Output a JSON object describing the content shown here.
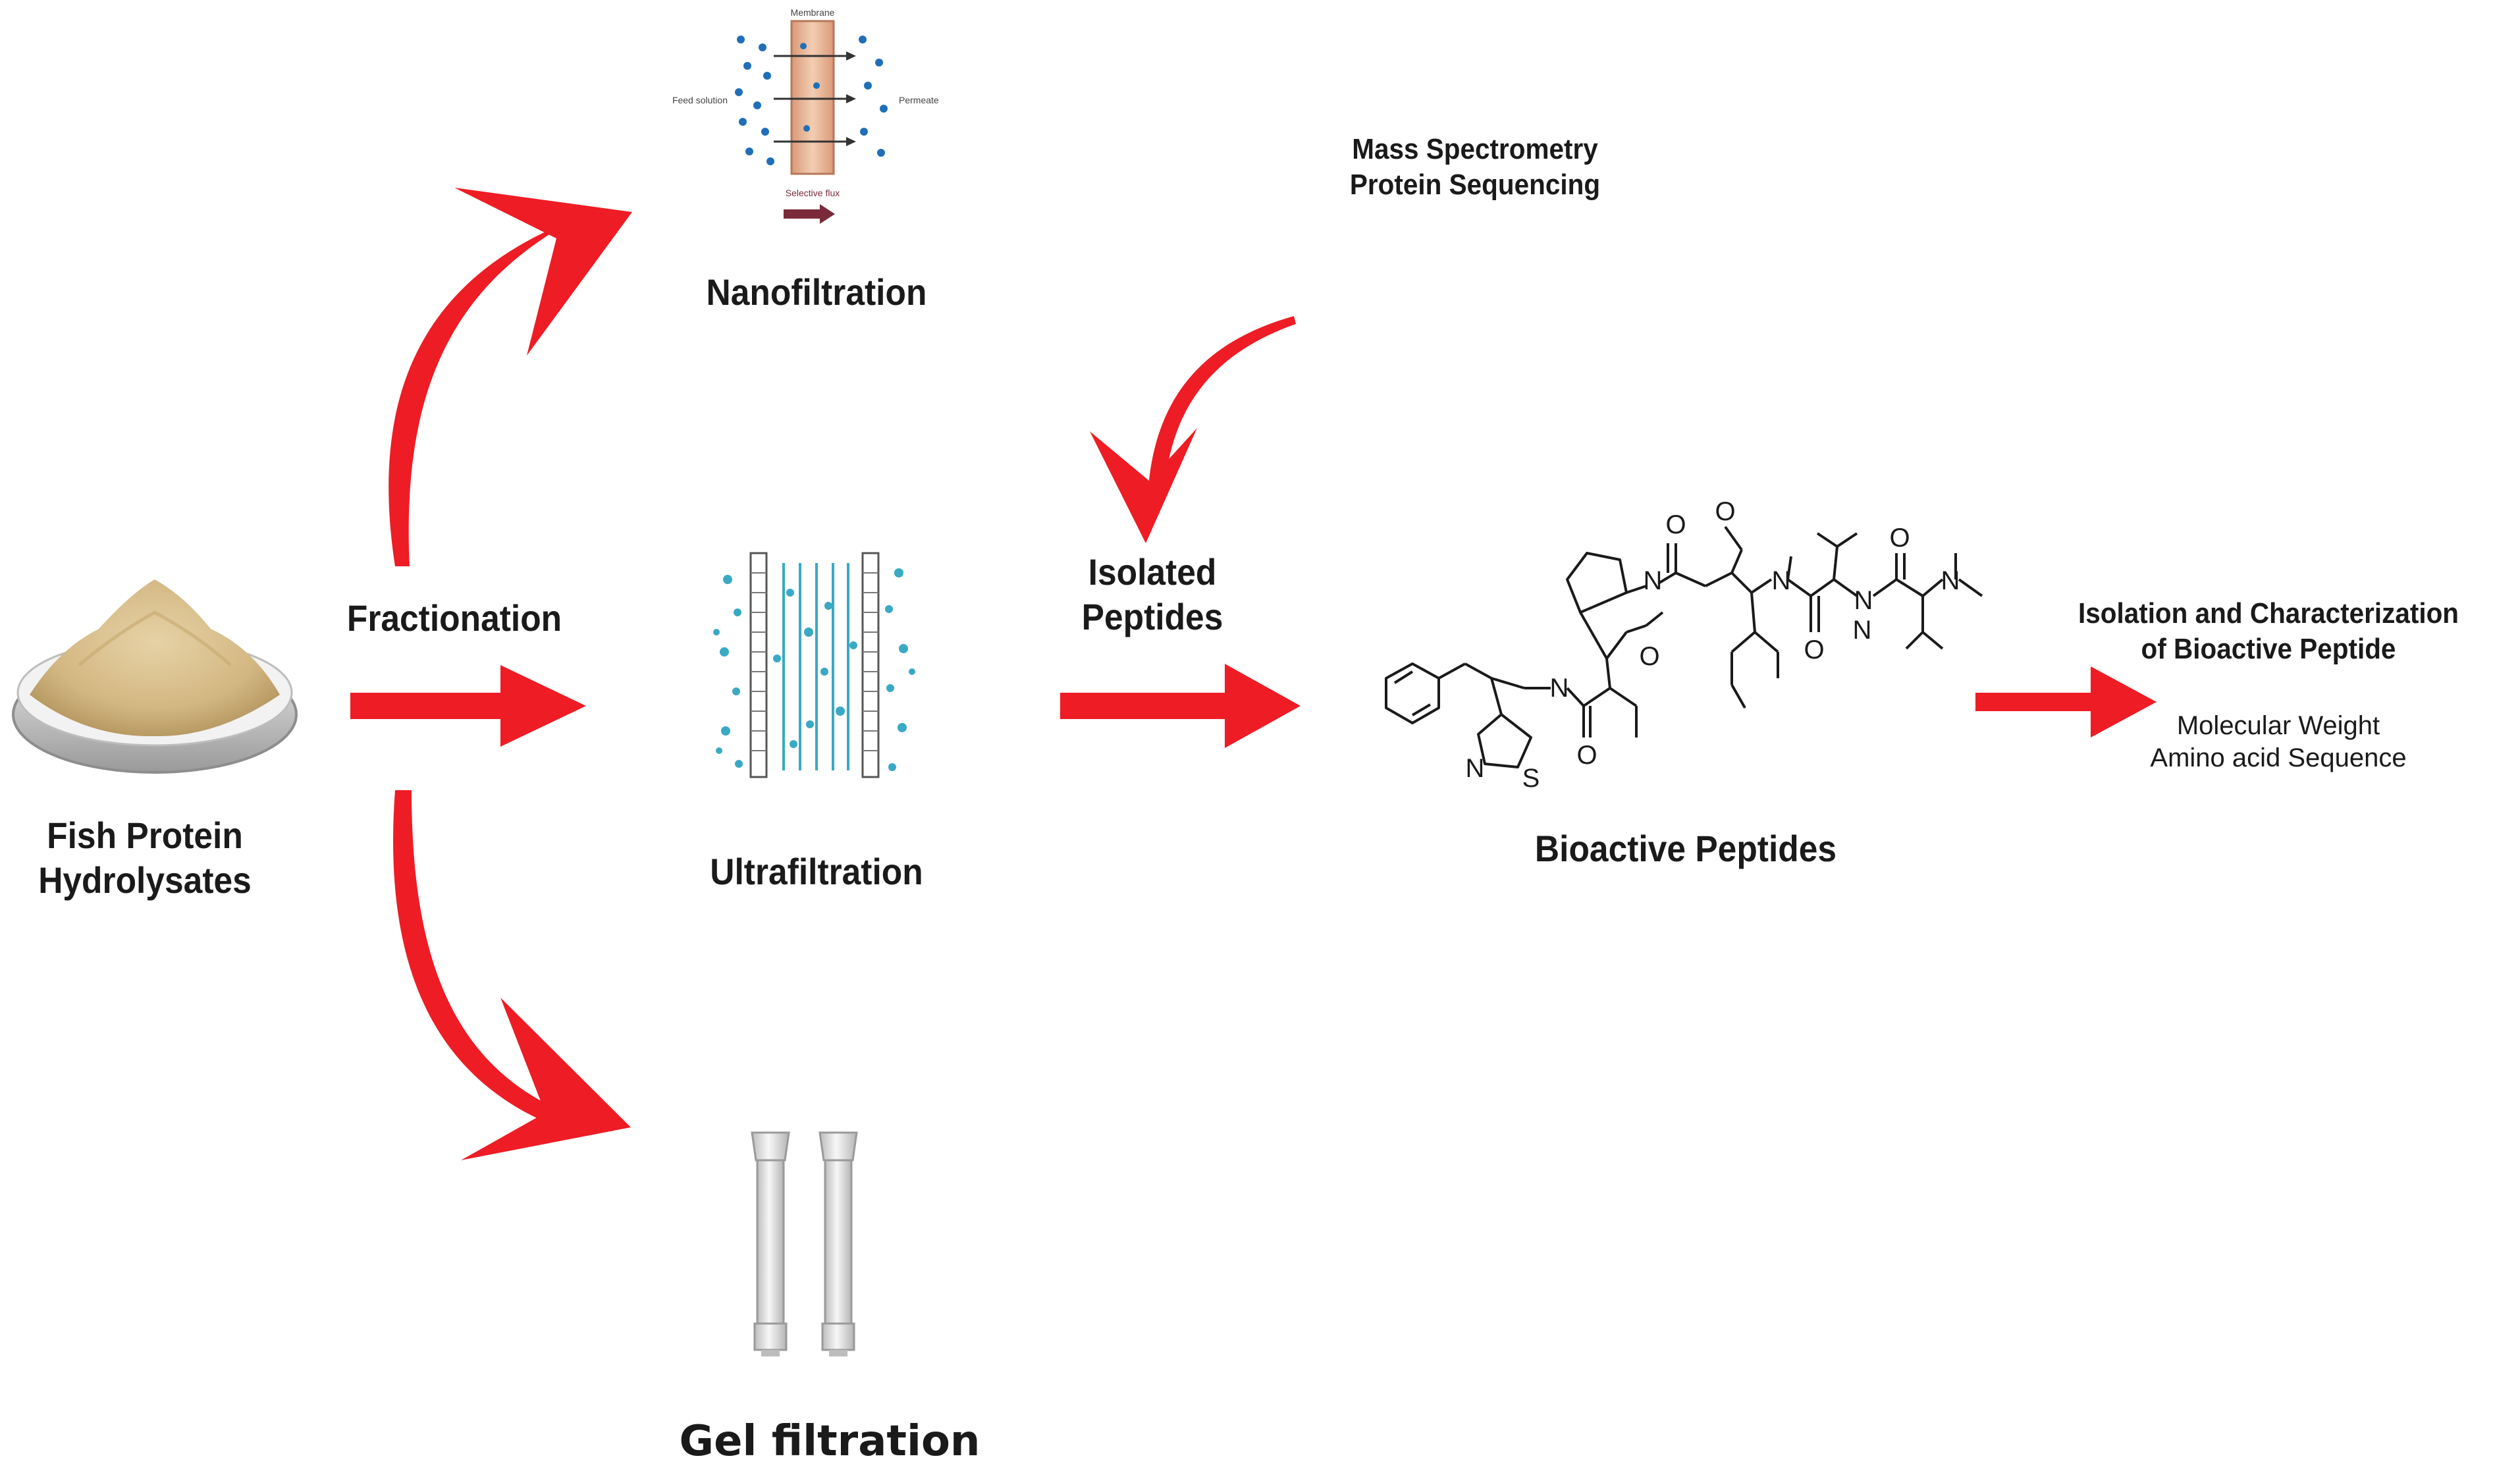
{
  "source": {
    "line1": "Fish Protein",
    "line2": "Hydrolysates"
  },
  "fractionation_label": "Fractionation",
  "methods": [
    {
      "label": "Nanofiltration",
      "icon": "nanofiltration-membrane-illustration"
    },
    {
      "label": "Ultrafiltration",
      "icon": "ultrafiltration-illustration"
    },
    {
      "label": "Gel filtration",
      "icon": "gel-filtration-columns-illustration"
    }
  ],
  "nanofiltration_diagram": {
    "top": "Membrane",
    "left": "Feed solution",
    "right": "Permeate",
    "bottom": "Selective flux"
  },
  "mass_spec": {
    "line1": "Mass Spectrometry",
    "line2": "Protein Sequencing"
  },
  "isolated": {
    "line1": "Isolated",
    "line2": "Peptides"
  },
  "bioactive_label": "Bioactive Peptides",
  "structure_atoms": [
    "O",
    "O",
    "N",
    "N",
    "O",
    "N",
    "O",
    "N",
    "N",
    "O",
    "N",
    "S",
    "N",
    "O"
  ],
  "result": {
    "title1": "Isolation and Characterization",
    "title2": "of Bioactive Peptide",
    "item1": "Molecular Weight",
    "item2": "Amino acid Sequence"
  },
  "colors": {
    "arrow": "#ee1c24",
    "powder": "#d8bf8e",
    "dish": "#c9c9c9",
    "membrane": "#e9b89a",
    "dots": "#1f6fb8",
    "uf": "#39a9c4",
    "text": "#1a1a1a"
  }
}
